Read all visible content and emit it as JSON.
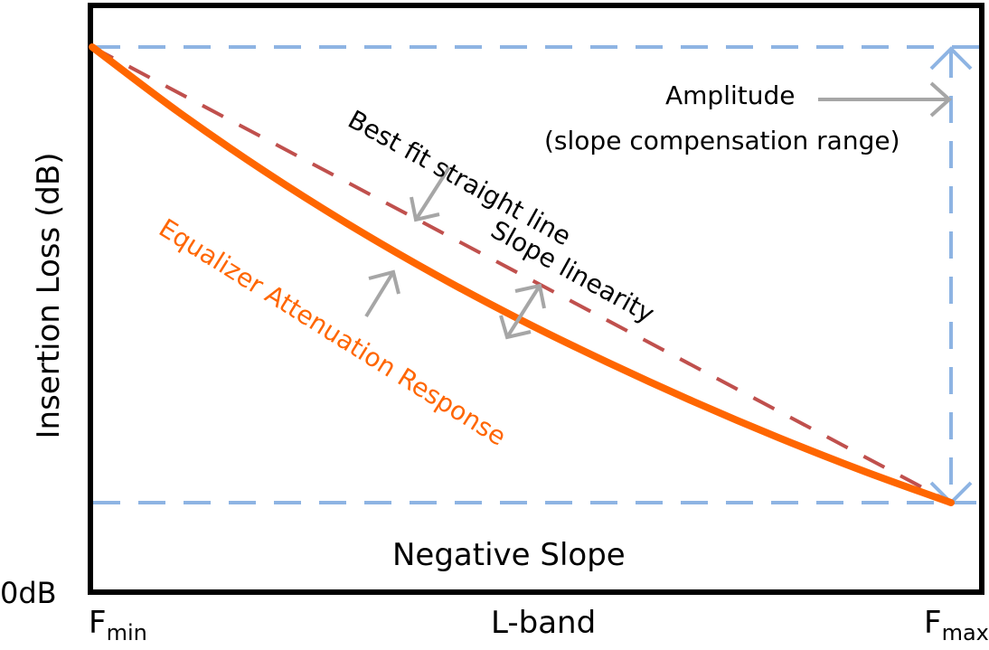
{
  "chart_data": {
    "type": "line",
    "title": "",
    "xlabel": "L-band",
    "ylabel": "Insertion Loss (dB)",
    "x_ticks": {
      "min": "F",
      "min_sub": "min",
      "max": "F",
      "max_sub": "max"
    },
    "y_ticks": {
      "zero": "0dB"
    },
    "series": [
      {
        "name": "Equalizer Attenuation Response",
        "style": "solid-curve",
        "color": "#ff6600",
        "x": [
          0,
          0.1,
          0.2,
          0.3,
          0.4,
          0.5,
          0.6,
          0.7,
          0.8,
          0.9,
          1.0
        ],
        "y": [
          1.0,
          0.858,
          0.728,
          0.609,
          0.5,
          0.4,
          0.308,
          0.222,
          0.142,
          0.068,
          0.0
        ]
      },
      {
        "name": "Best fit straight line",
        "style": "dashed",
        "color": "#c0504d",
        "x": [
          0,
          1
        ],
        "y": [
          1.0,
          0.0
        ]
      }
    ],
    "reference_lines": {
      "color": "#8eb4e3"
    },
    "annotations": {
      "amplitude": "Amplitude",
      "amplitude_note": "(slope compensation range)",
      "best_fit": "Best fit straight line",
      "slope_linearity": "Slope linearity",
      "equalizer": "Equalizer Attenuation Response",
      "negative_slope": "Negative Slope"
    },
    "colors": {
      "axis": "#000000",
      "arrow": "#a6a6a6",
      "curve": "#ff6600",
      "fit": "#c0504d",
      "ref": "#8eb4e3"
    }
  }
}
